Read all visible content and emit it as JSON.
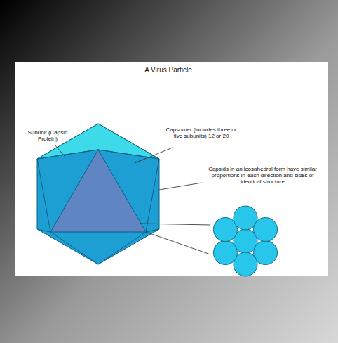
{
  "diagram": {
    "title": "A Virus Particle",
    "labels": [
      "Subunit (Capsid Protein)",
      "Capsomer (includes three or five subunits) 12 or 20",
      "Capsids in an icosahedral form have similar proportions in each direction and sides of identical structure"
    ]
  }
}
